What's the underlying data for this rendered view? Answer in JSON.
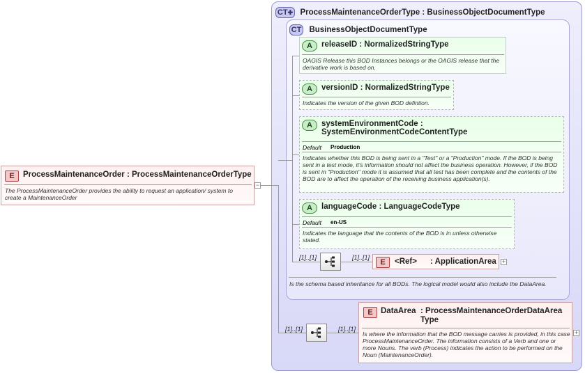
{
  "outer_type": {
    "badge": "CT",
    "title": "ProcessMaintenanceOrderType : BusinessObjectDocumentType"
  },
  "inner_type": {
    "badge": "CT",
    "title": "BusinessObjectDocumentType",
    "doc": "Is the schema based inheritance for all BODs. The logical model would also include the DataArea."
  },
  "attributes": [
    {
      "badge": "A",
      "name": "releaseID",
      "type": ": NormalizedStringType",
      "doc": "OAGIS Release this BOD Instances belongs or the OAGIS release that the derivative work is based on."
    },
    {
      "badge": "A",
      "name": "versionID",
      "type": ": NormalizedStringType",
      "doc": "Indicates the version of the given BOD defintion."
    },
    {
      "badge": "A",
      "name": "systemEnvironmentCode",
      "type": ": SystemEnvironmentCodeContentType",
      "default_label": "Default",
      "default_value": "Production",
      "doc": "Indicates whether this BOD is being sent in a \"Test\" or a \"Production\" mode. If the BOD is being sent in a test mode, it's information should not affect the business operation. However, if the BOD is sent in \"Production\" mode it is assumed that all test has been complete and the contents of the BOD are to affect the operation of the receiving business application(s)."
    },
    {
      "badge": "A",
      "name": "languageCode",
      "type": ": LanguageCodeType",
      "default_label": "Default",
      "default_value": "en-US",
      "doc": "Indicates the language that the contents of the BOD is in unless otherwise stated."
    }
  ],
  "root_element": {
    "badge": "E",
    "name": "ProcessMaintenanceOrder",
    "type": ": ProcessMaintenanceOrderType",
    "doc": "The ProcessMaintenanceOrder provides the ability to request an application/ system to create a MaintenanceOrder"
  },
  "app_area": {
    "badge": "E",
    "name": "<Ref>",
    "type": ": ApplicationArea",
    "mult_before": "[1]..[1]",
    "mult_after": "[1]..[1]"
  },
  "data_area": {
    "badge": "E",
    "name": "DataArea",
    "type": ": ProcessMaintenanceOrderDataArea Type",
    "doc": "Is where the information that the BOD message carries is provided, in this case ProcessMaintenanceOrder. The information consists of a Verb and one or more Nouns. The verb (Process) indicates the action to be performed on the Noun (MaintenanceOrder).",
    "mult_before": "[1]..[1]",
    "mult_after": "[1]..[1]"
  },
  "icons": [
    "sequence-icon",
    "expand-plus-icon",
    "collapse-minus-icon"
  ],
  "colors": {
    "complex_type_bg": "#d8d8f8",
    "attribute_bg": "#eaffea",
    "element_bg": "#fff0f0"
  }
}
